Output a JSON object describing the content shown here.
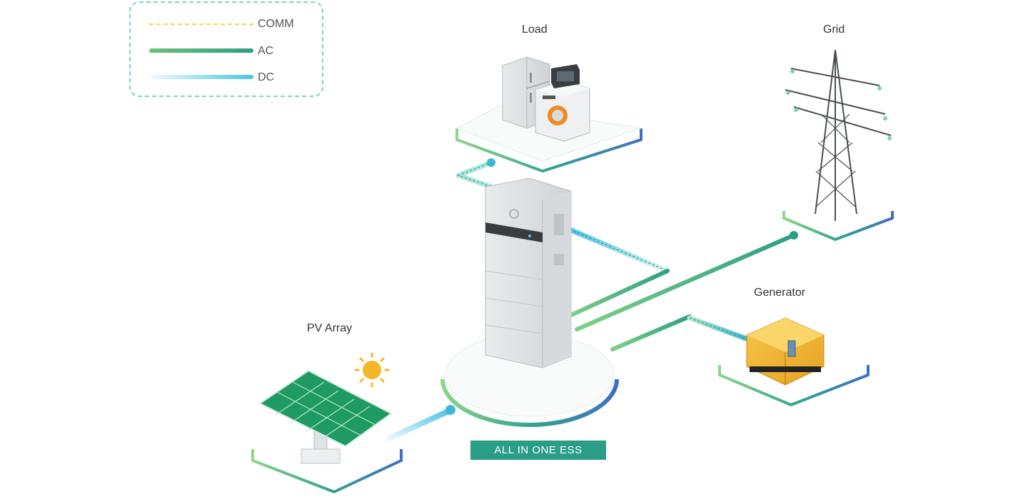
{
  "legend": {
    "comm_label": "COMM",
    "ac_label": "AC",
    "dc_label": "DC"
  },
  "nodes": {
    "load": "Load",
    "grid": "Grid",
    "generator": "Generator",
    "pv_array": "PV Array",
    "ess": "ALL IN ONE ESS"
  },
  "colors": {
    "ac": "#2e9e86",
    "dc": "#4fc3e8",
    "comm": "#f2d64b",
    "accent": "#2a9d87",
    "platform_edge": "#3f6fc0"
  }
}
